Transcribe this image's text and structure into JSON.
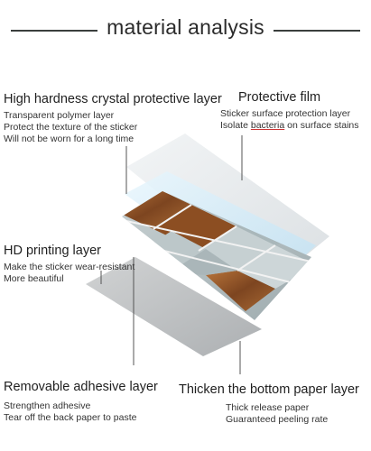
{
  "header": {
    "title": "material analysis"
  },
  "layers": {
    "crystal": {
      "heading": "High hardness crystal protective layer",
      "lines": [
        "Transparent polymer layer",
        "Protect the texture of the sticker",
        "Will not be worn for a long time"
      ]
    },
    "film": {
      "heading": "Protective film",
      "line1": "Sticker surface protection layer",
      "line2_prefix": "Isolate ",
      "line2_word": "bacteria",
      "line2_suffix": " on surface stains"
    },
    "printing": {
      "heading": "HD printing layer",
      "lines": [
        "Make the sticker wear-resistant",
        "More beautiful"
      ]
    },
    "adhesive": {
      "heading": "Removable adhesive layer",
      "lines": [
        "Strengthen adhesive",
        "Tear off the back paper to paste"
      ]
    },
    "paper": {
      "heading": "Thicken the bottom paper layer",
      "lines": [
        "Thick release paper",
        "Guaranteed peeling rate"
      ]
    }
  },
  "colors": {
    "title_rule": "#3a3f3d",
    "film": "#dfe3e6",
    "crystal": "#cfe9f7",
    "tile_light": "#b9c4c6",
    "tile_rust": "#9a5a2a",
    "adhesive": "#b8bbbd",
    "leader": "#555555"
  }
}
